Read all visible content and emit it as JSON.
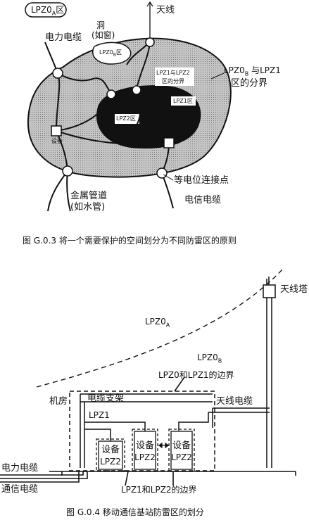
{
  "figure1": {
    "zone_lpz0a": "LPZ0",
    "zone_lpz0a_sub": "A",
    "zone_lpz0a_suffix": "区",
    "antenna": "天线",
    "hole_line1": "洞",
    "hole_line2": "(如窗)",
    "power_cable": "电力电缆",
    "zone_lpz0b": "LPZ0",
    "zone_lpz0b_sub": "B",
    "zone_lpz0b_suffix": "区",
    "boundary_lpz1_lpz2_line1": "LPZ1与LPZ2",
    "boundary_lpz1_lpz2_line2": "区的分界",
    "boundary_lpz0b_lpz1_part1": "LPZ0",
    "boundary_lpz0b_lpz1_sub": "B",
    "boundary_lpz0b_lpz1_part2": " 与LPZ1",
    "boundary_lpz0b_lpz1_line2": "区的分界",
    "zone_lpz1": "LPZ1区",
    "zone_lpz2": "LPZ2区",
    "equipment": "设备",
    "equipotential_point": "等电位连接点",
    "metal_pipe_line1": "金属管道",
    "metal_pipe_line2": "(如水管)",
    "telecom_cable": "电信电缆",
    "caption": "图 G.0.3   将一个需要保护的空间划分为不同防雷区的原则"
  },
  "figure2": {
    "antenna_tower": "天线塔",
    "lpz0a": "LPZ0",
    "lpz0a_sub": "A",
    "lpz0b": "LPZ0",
    "lpz0b_sub": "B",
    "boundary_lpz0_lpz1": "LPZ0和LPZ1的边界",
    "machine_room": "机房",
    "cable_tray": "电缆支架",
    "antenna_cable": "天线电缆",
    "lpz1": "LPZ1",
    "device_label": "设备",
    "device_zone": "LPZ2",
    "power_cable": "电力电缆",
    "comm_cable": "通信电缆",
    "boundary_lpz1_lpz2": "LPZ1和LPZ2的边界",
    "caption": "图 G.0.4   移动通信基站防雷区的划分"
  }
}
